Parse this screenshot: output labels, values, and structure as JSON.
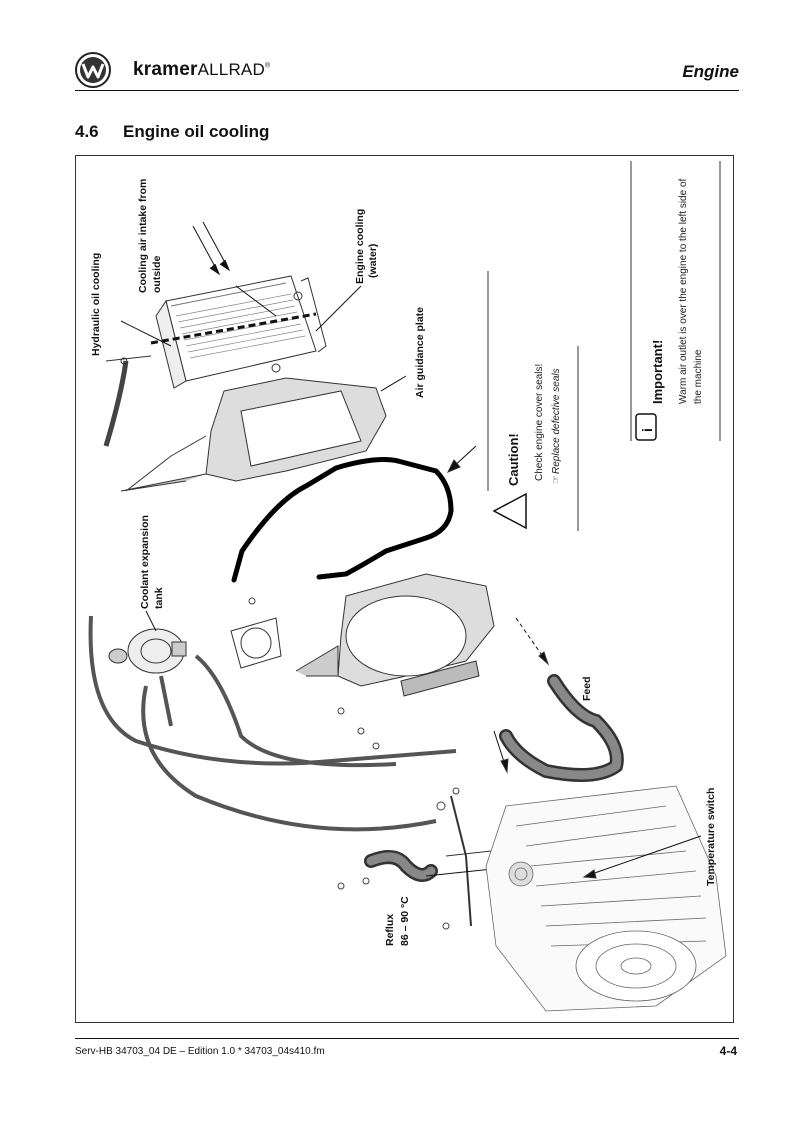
{
  "header": {
    "brand_bold": "kramer",
    "brand_light": "ALLRAD",
    "brand_mark": "®",
    "section": "Engine"
  },
  "section": {
    "number": "4.6",
    "title": "Engine oil cooling"
  },
  "figure": {
    "labels": {
      "hydraulic_oil_cooling": "Hydraulic oil cooling",
      "cooling_air_intake_line1": "Cooling air intake from",
      "cooling_air_intake_line2": "outside",
      "engine_cooling_line1": "Engine cooling",
      "engine_cooling_line2": "(water)",
      "air_guidance_plate": "Air guidance plate",
      "coolant_tank_line1": "Coolant expansion",
      "coolant_tank_line2": "tank",
      "feed": "Feed",
      "temperature_switch": "Temperature switch",
      "reflux_line1": "Reflux",
      "reflux_line2": "86 – 90 °C"
    },
    "caution": {
      "title": "Caution!",
      "line1": "Check engine cover seals!",
      "line2": "Replace defective seals"
    },
    "important": {
      "title": "Important!",
      "line1": "Warm air outlet is over the engine to the left side of",
      "line2": "the machine"
    }
  },
  "footer": {
    "left": "Serv-HB 34703_04 DE – Edition 1.0  * 34703_04s410.fm",
    "page": "4-4"
  }
}
